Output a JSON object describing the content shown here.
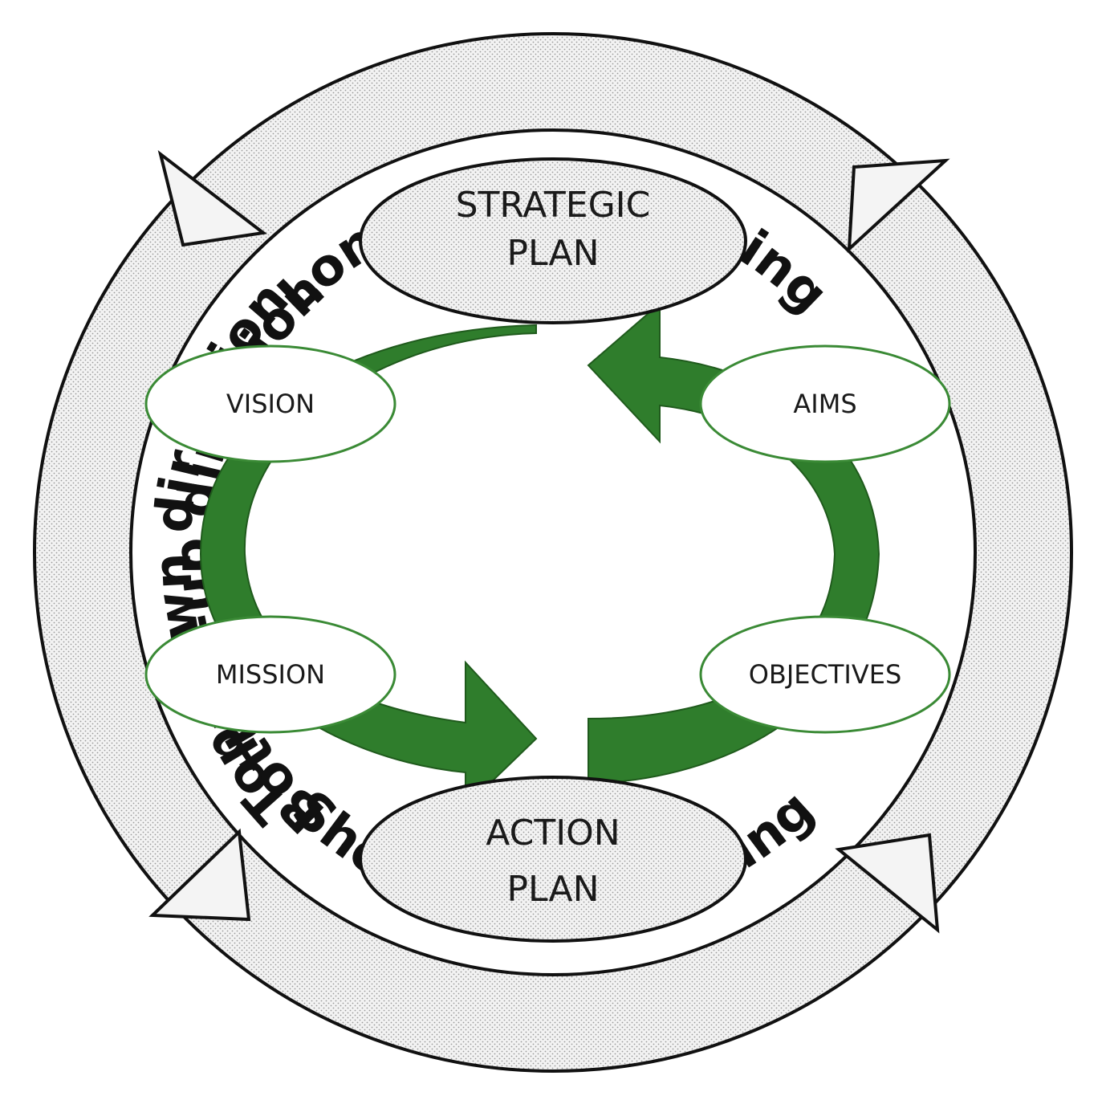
{
  "ring": {
    "top_label": "Long term planning",
    "bottom_label": "Short term planning",
    "left_label": "Top-down direction",
    "right_label": "Bottom-up direction"
  },
  "center": {
    "strategic_plan": [
      "STRATEGIC",
      "PLAN"
    ],
    "action_plan": [
      "ACTION",
      "PLAN"
    ]
  },
  "nodes": {
    "vision": "VISION",
    "aims": "AIMS",
    "mission": "MISSION",
    "objectives": "OBJECTIVES"
  },
  "colors": {
    "arrow_green": "#2f7d2c",
    "arrow_green_dark": "#1f5a1c",
    "node_border": "#3a8a35",
    "plan_fill": "#e4e4e4",
    "ring_fill": "#f0f0f0",
    "outline": "#111111"
  }
}
